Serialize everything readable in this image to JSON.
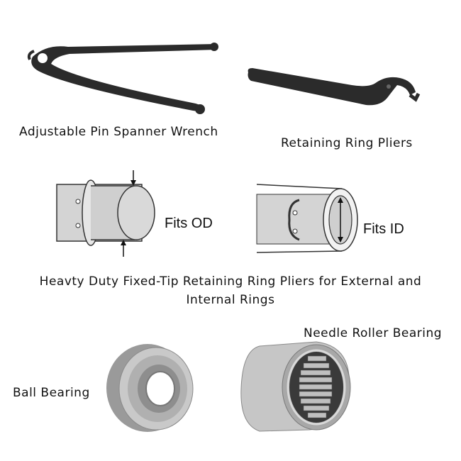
{
  "tools": {
    "pin_spanner_label": "Adjustable Pin Spanner Wrench",
    "retaining_pliers_label": "Retaining Ring Pliers"
  },
  "diagrams": {
    "od_label": "Fits OD",
    "id_label": "Fits ID"
  },
  "caption": {
    "line1": "Heavty Duty Fixed-Tip Retaining Ring Pliers for External and",
    "line2": "Internal Rings"
  },
  "bearings": {
    "ball_label": "Ball Bearing",
    "needle_label": "Needle Roller Bearing"
  },
  "colors": {
    "tool_black": "#2b2b2b",
    "metal": "#b8b8b8",
    "metal_dark": "#7a7a7a",
    "shaft": "#d4d4d4"
  }
}
